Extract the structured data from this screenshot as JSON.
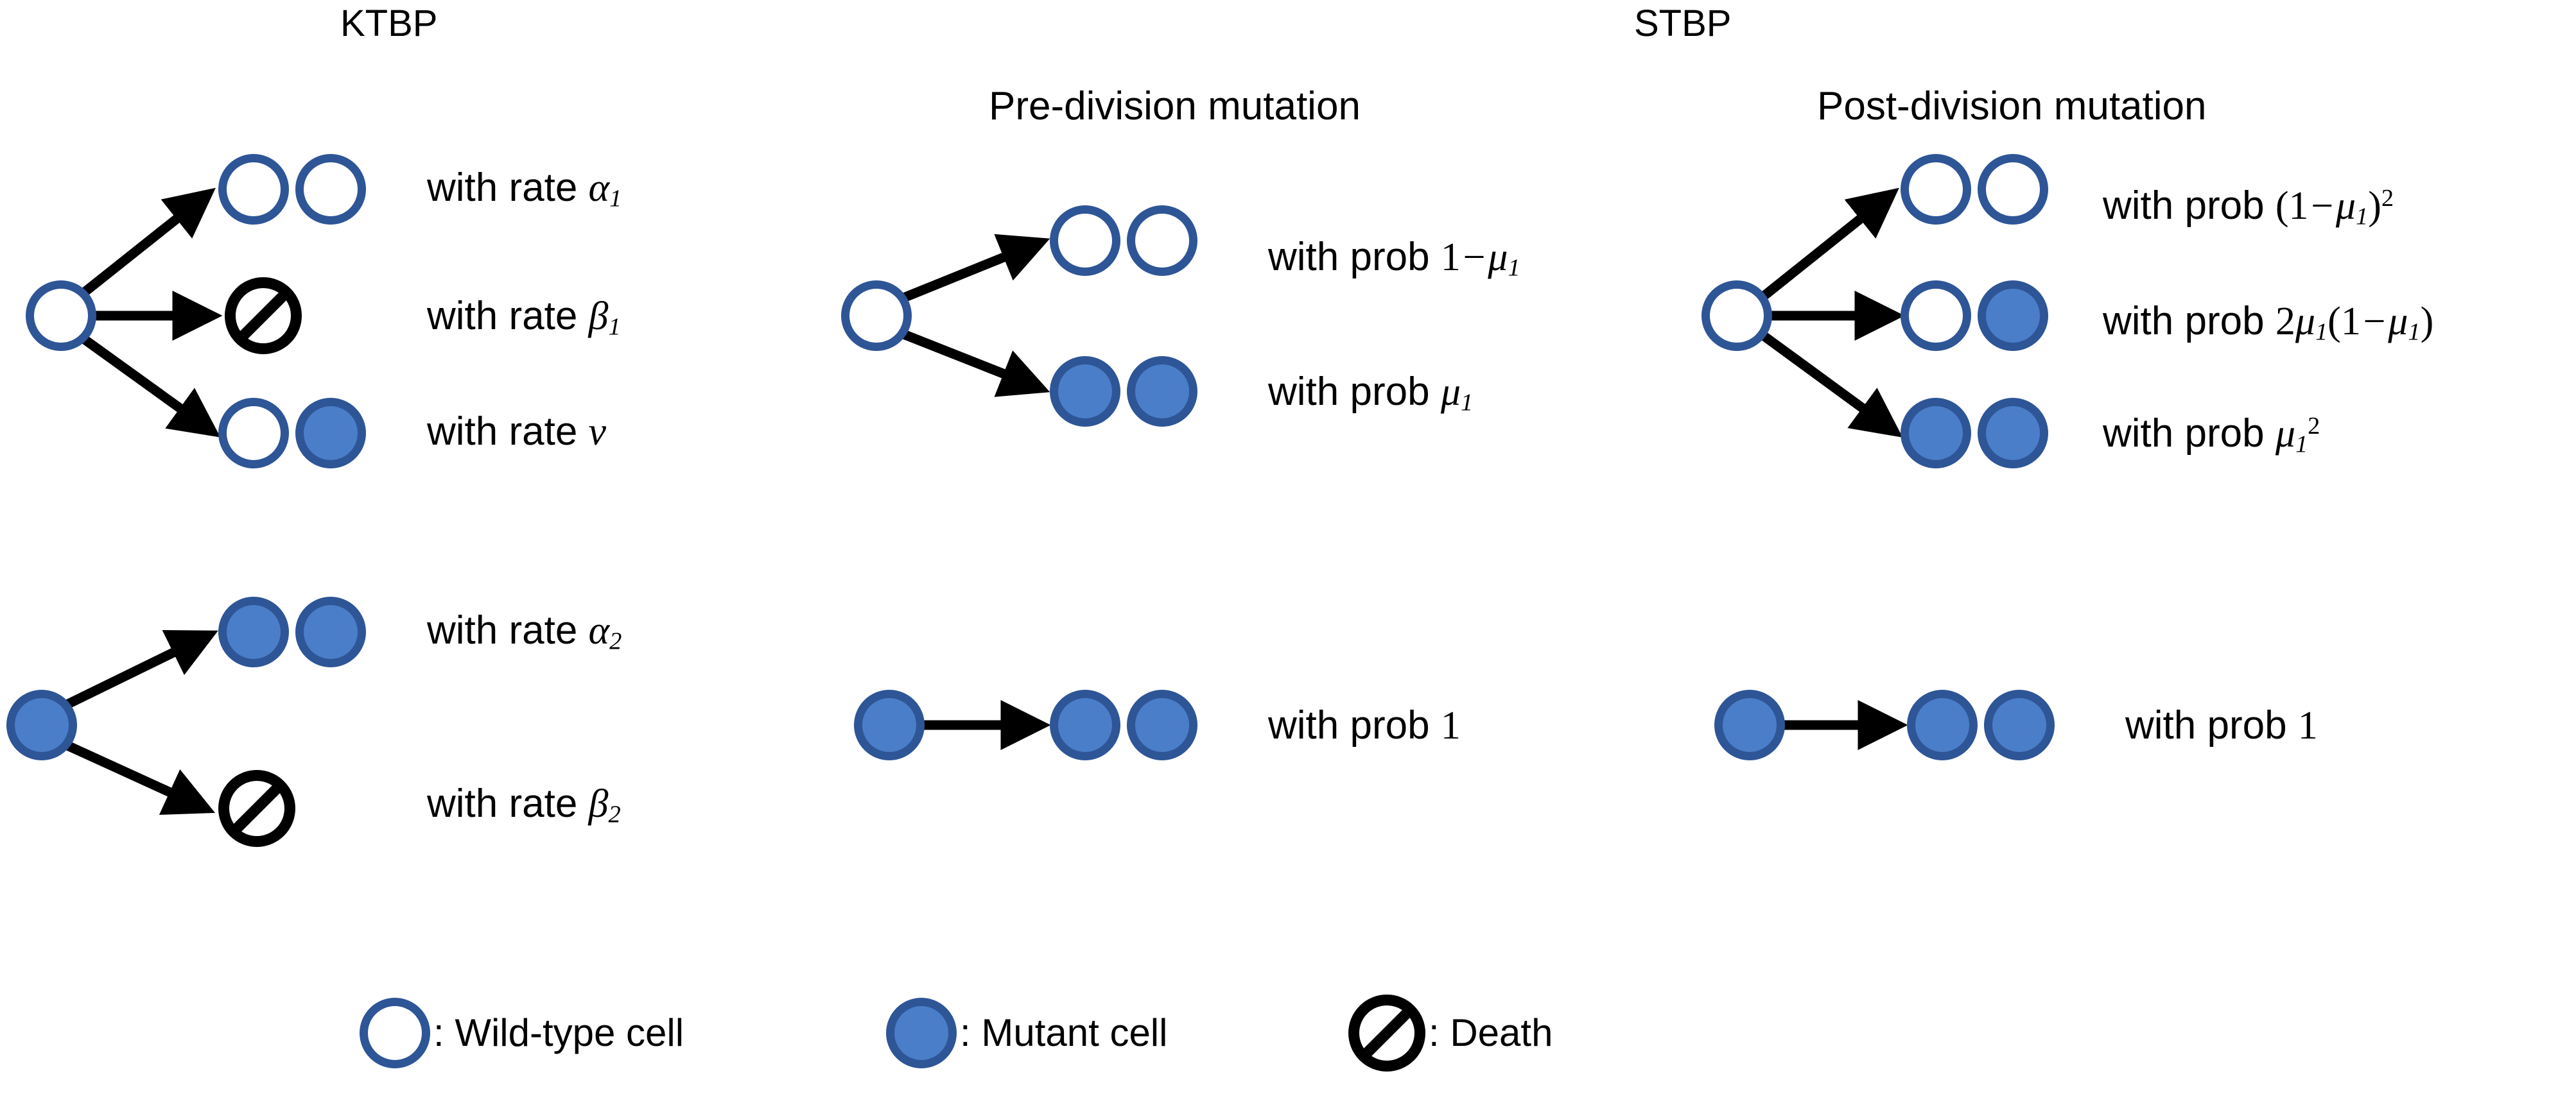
{
  "figure": {
    "background": "#ffffff",
    "colors": {
      "cell_border": "#2E5596",
      "mutant_fill": "#4A7EC9",
      "wildtype_fill": "#ffffff",
      "death": "#000000",
      "arrow": "#000000",
      "text": "#000000"
    }
  },
  "models": {
    "ktbp": "KTBP",
    "stbp": "STBP"
  },
  "sections": {
    "pre_division": "Pre-division mutation",
    "post_division": "Post-division mutation"
  },
  "ktbp": {
    "wildtype_branches": [
      {
        "label_prefix": "with rate ",
        "symbol": "α",
        "subscript": "1",
        "outcome": "two-wildtype"
      },
      {
        "label_prefix": "with rate ",
        "symbol": "β",
        "subscript": "1",
        "outcome": "death"
      },
      {
        "label_prefix": "with rate ",
        "symbol": "ν",
        "subscript": "",
        "outcome": "wildtype-mutant"
      }
    ],
    "mutant_branches": [
      {
        "label_prefix": "with rate ",
        "symbol": "α",
        "subscript": "2",
        "outcome": "two-mutant"
      },
      {
        "label_prefix": "with rate ",
        "symbol": "β",
        "subscript": "2",
        "outcome": "death"
      }
    ]
  },
  "pre_division": {
    "wildtype_branches": [
      {
        "label_prefix": "with prob ",
        "expr": "1 − μ₁",
        "outcome": "two-wildtype"
      },
      {
        "label_prefix": "with prob ",
        "expr": "μ₁",
        "outcome": "two-mutant"
      }
    ],
    "mutant_branches": [
      {
        "label_prefix": "with prob ",
        "expr": "1",
        "outcome": "two-mutant"
      }
    ]
  },
  "post_division": {
    "wildtype_branches": [
      {
        "label_prefix": "with prob ",
        "expr": "(1 − μ₁)²",
        "outcome": "two-wildtype"
      },
      {
        "label_prefix": "with prob ",
        "expr": "2μ₁(1 − μ₁)",
        "outcome": "wildtype-mutant"
      },
      {
        "label_prefix": "with prob ",
        "expr": "μ₁²",
        "outcome": "two-mutant"
      }
    ],
    "mutant_branches": [
      {
        "label_prefix": "with prob ",
        "expr": "1",
        "outcome": "two-mutant"
      }
    ]
  },
  "labels": {
    "with_rate": "with rate",
    "with_prob": "with prob",
    "alpha1": "with rate α₁",
    "beta1": "with rate β₁",
    "nu": "with rate ν",
    "alpha2": "with rate α₂",
    "beta2": "with rate β₂",
    "pre_wt_nomut": "with prob 1 − μ₁",
    "pre_wt_mut": "with prob μ₁",
    "pre_mut_one": "with prob 1",
    "post_wt_none": "with prob (1 − μ₁)²",
    "post_wt_one": "with prob 2μ₁(1 − μ₁)",
    "post_wt_two": "with prob μ₁²",
    "post_mut_one": "with prob 1"
  },
  "legend": {
    "items": [
      {
        "marker": "wildtype-cell-icon",
        "text": ": Wild-type cell"
      },
      {
        "marker": "mutant-cell-icon",
        "text": ": Mutant cell"
      },
      {
        "marker": "death-icon",
        "text": ": Death"
      }
    ]
  }
}
